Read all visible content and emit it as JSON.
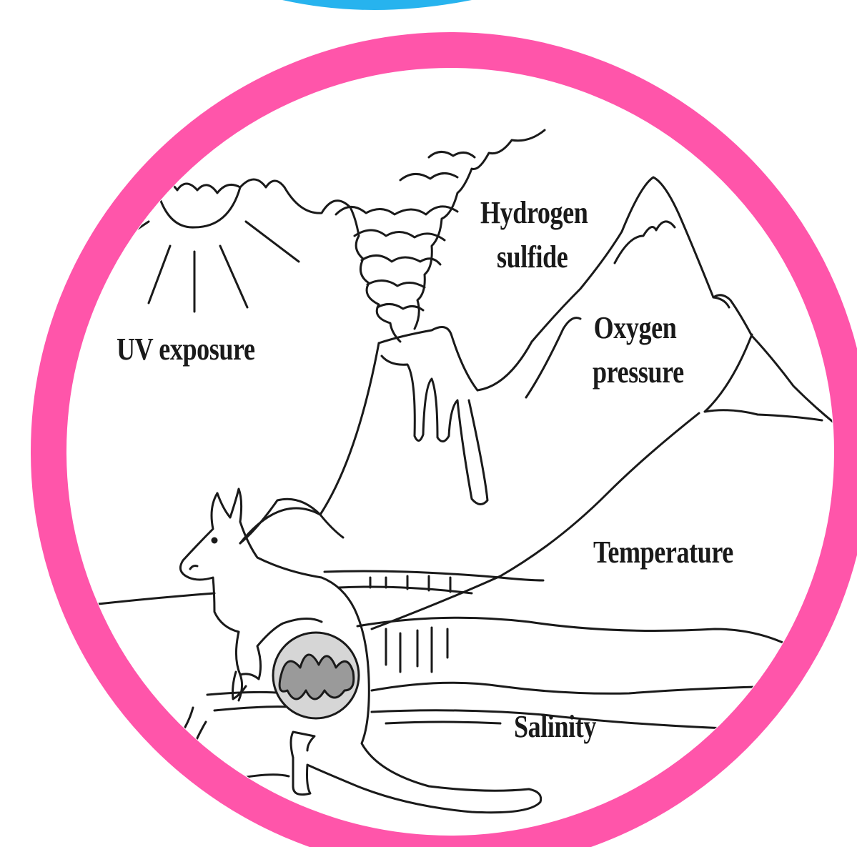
{
  "colors": {
    "ring": "#ff55aa",
    "top_tab": "#27b3ee",
    "line": "#1a1a1a",
    "organelle_fill": "#d6d6d6",
    "organelle_inner": "#9a9a9a"
  },
  "labels": {
    "uv": "UV exposure",
    "hydrogen_sulfide_line1": "Hydrogen",
    "hydrogen_sulfide_line2": "sulfide",
    "oxygen_pressure_line1": "Oxygen",
    "oxygen_pressure_line2": "pressure",
    "temperature": "Temperature",
    "salinity": "Salinity"
  },
  "icons": {
    "sun": "sun-icon",
    "volcano": "volcano-icon",
    "mountains": "mountain-icon",
    "kangaroo": "kangaroo-icon",
    "mitochondrion": "mitochondrion-icon"
  }
}
